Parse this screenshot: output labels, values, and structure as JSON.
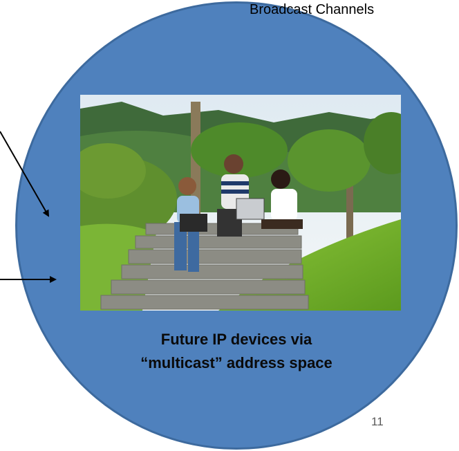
{
  "slide": {
    "heading": "Broadcast Channels",
    "photo_description_icon": "students-with-laptops-photo",
    "caption_line1": "Future IP devices via",
    "caption_line2": "“multicast” address space",
    "slide_number": "11"
  },
  "colors": {
    "circle_fill": "#4f81bd",
    "circle_border": "#3d6a9e",
    "arrow": "#000000"
  }
}
